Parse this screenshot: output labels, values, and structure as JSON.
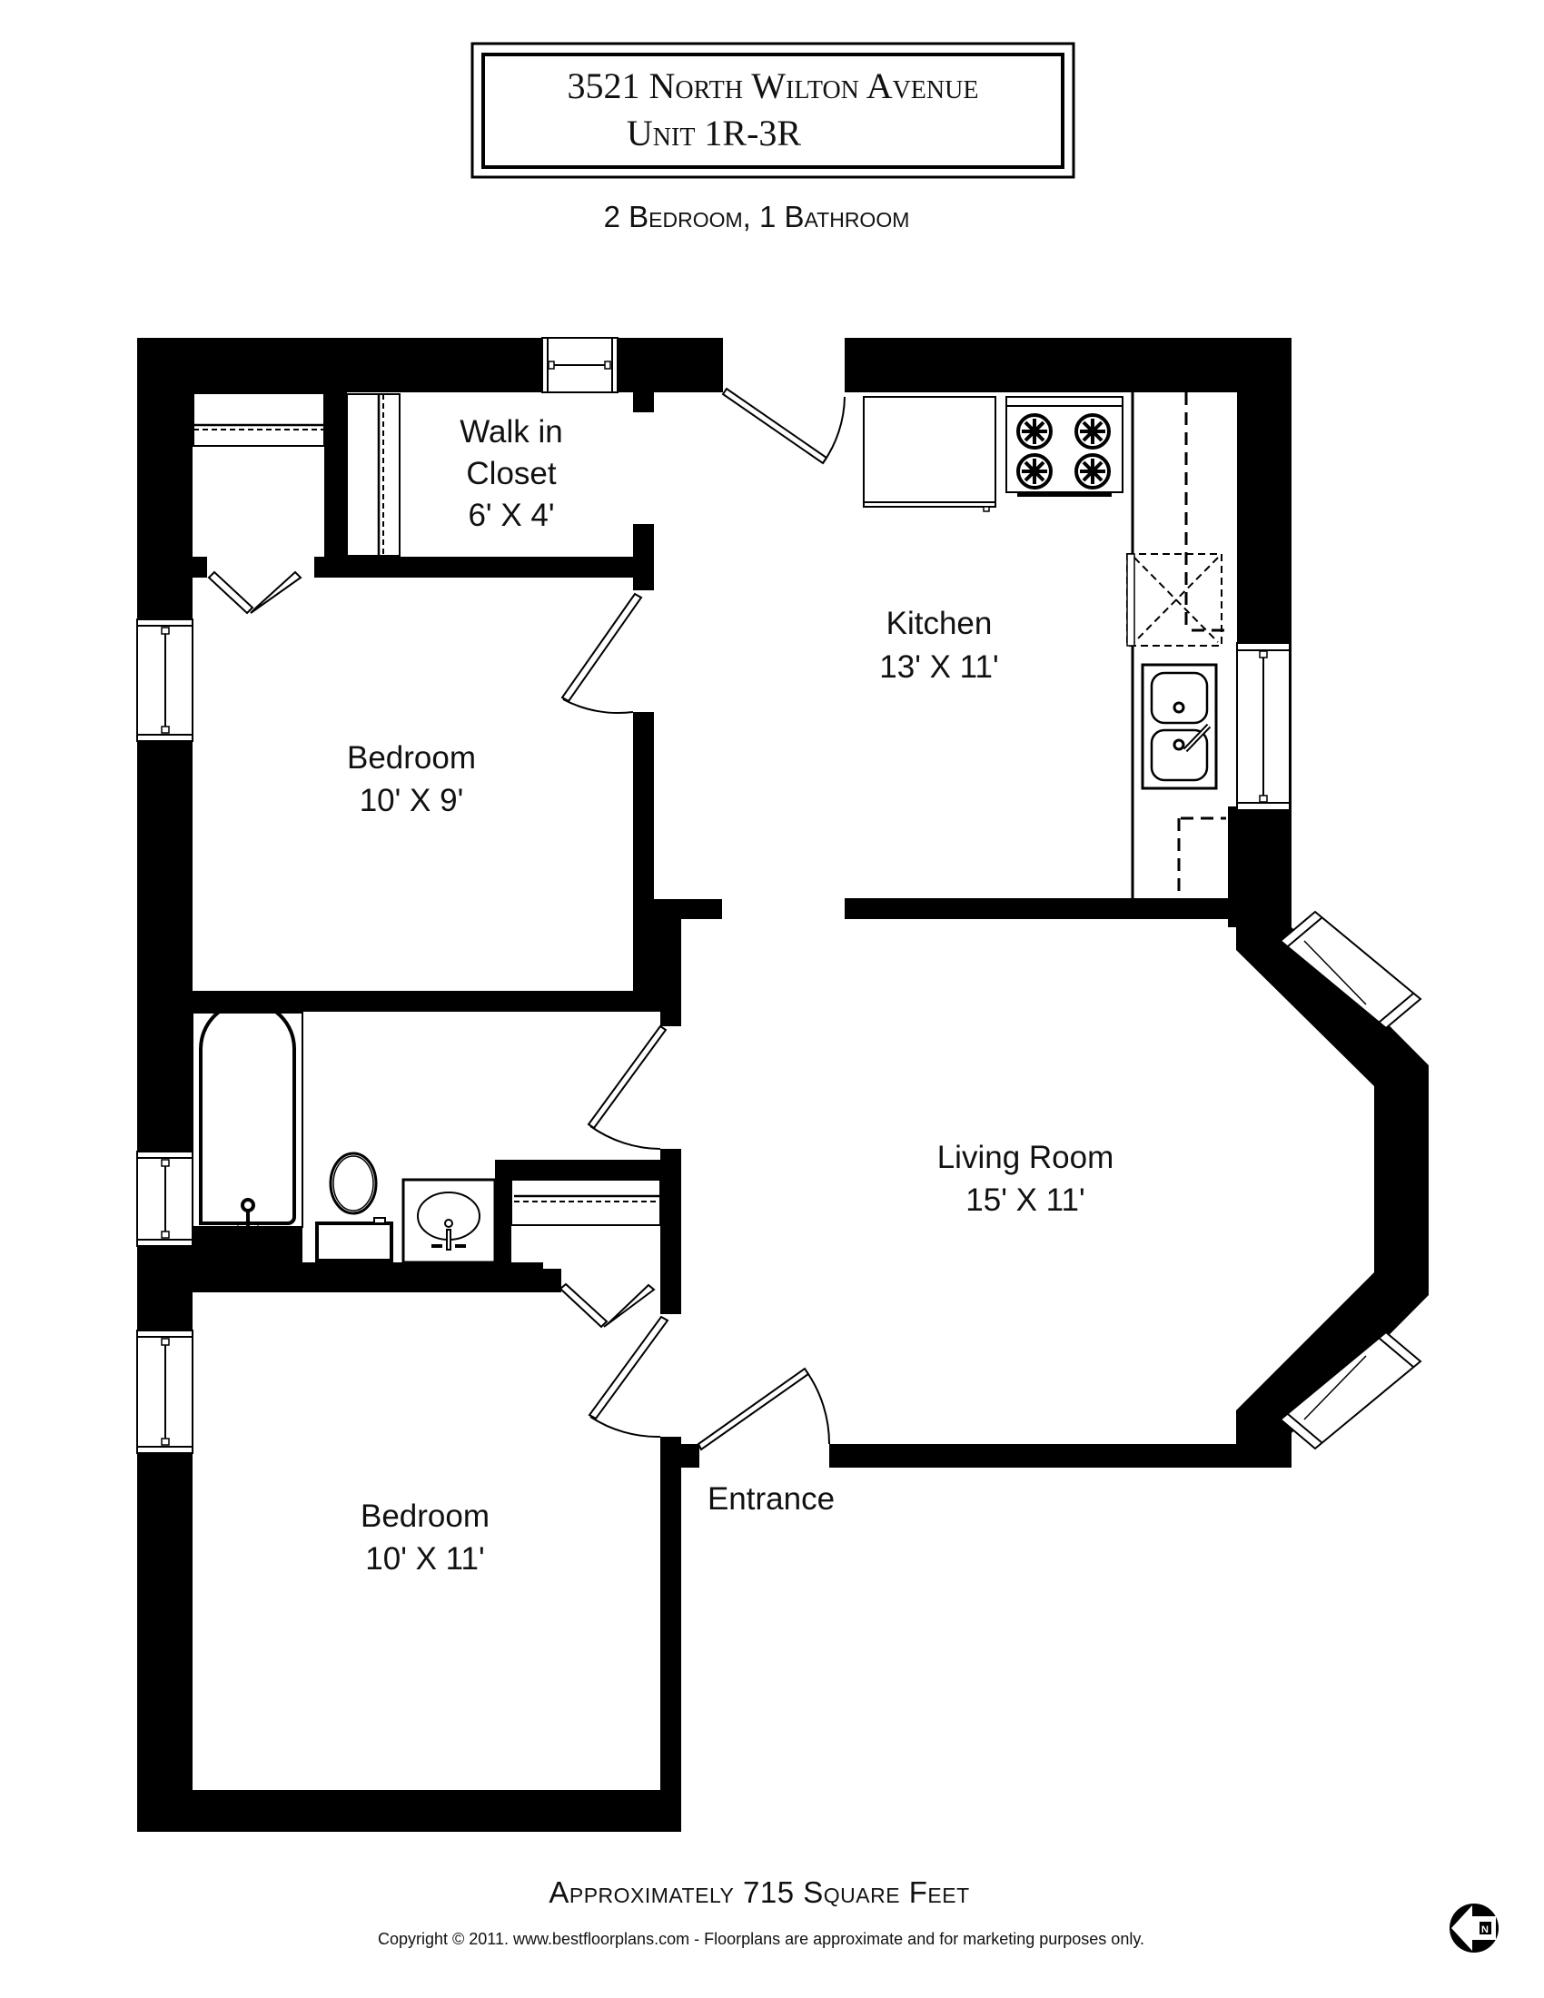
{
  "header": {
    "address_number": "3521",
    "address_line": "North Wilton Avenue",
    "unit_line": "Unit 1R-3R",
    "layout": "2 Bedroom, 1 Bathroom"
  },
  "rooms": {
    "walk_in_closet": {
      "name_line1": "Walk in",
      "name_line2": "Closet",
      "size": "6' X 4'"
    },
    "bedroom_1": {
      "name": "Bedroom",
      "size": "10' X 9'"
    },
    "kitchen": {
      "name": "Kitchen",
      "size": "13' X 11'"
    },
    "living_room": {
      "name": "Living Room",
      "size": "15' X 11'"
    },
    "bedroom_2": {
      "name": "Bedroom",
      "size": "10' X 11'"
    },
    "entrance": {
      "name": "Entrance"
    }
  },
  "footer": {
    "area": "Approximately 715 Square Feet",
    "copyright": "Copyright © 2011. www.bestfloorplans.com - Floorplans are approximate and for marketing purposes only."
  },
  "compass": {
    "icon": "north-arrow-icon",
    "direction": "west",
    "label": "N"
  },
  "colors": {
    "wall": "#000000",
    "background": "#ffffff"
  }
}
